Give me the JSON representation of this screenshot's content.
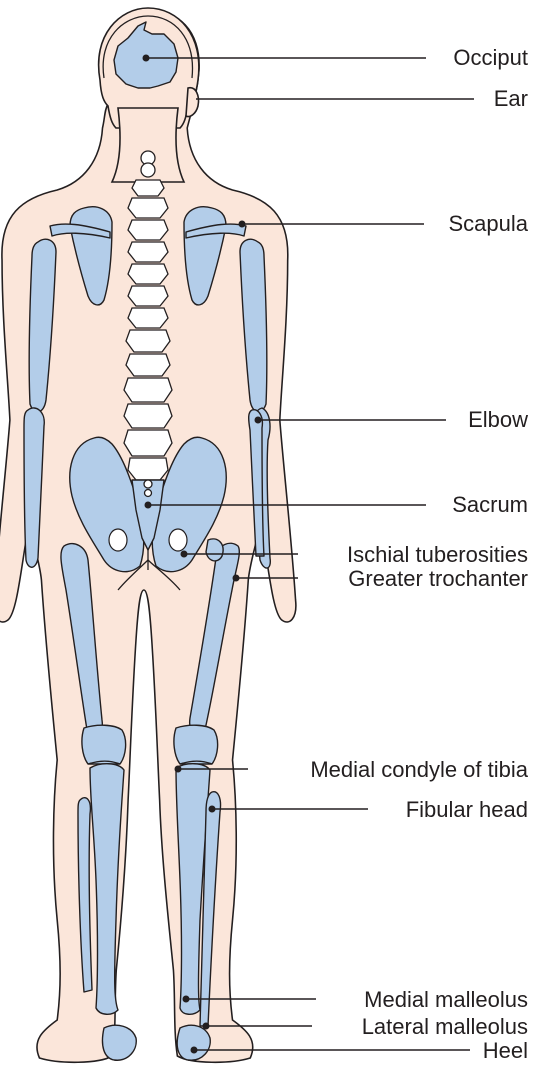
{
  "labels": {
    "occiput": "Occiput",
    "ear": "Ear",
    "scapula": "Scapula",
    "elbow": "Elbow",
    "sacrum": "Sacrum",
    "ischial_tuberosities": "Ischial tuberosities",
    "greater_trochanter": "Greater trochanter",
    "medial_condyle_of_tibia": "Medial condyle of tibia",
    "fibular_head": "Fibular head",
    "medial_malleolus": "Medial malleolus",
    "lateral_malleolus": "Lateral malleolus",
    "heel": "Heel"
  },
  "colors": {
    "skin": "#fbe6da",
    "bone": "#b3cde9",
    "outline": "#231f20",
    "background": "#ffffff"
  }
}
